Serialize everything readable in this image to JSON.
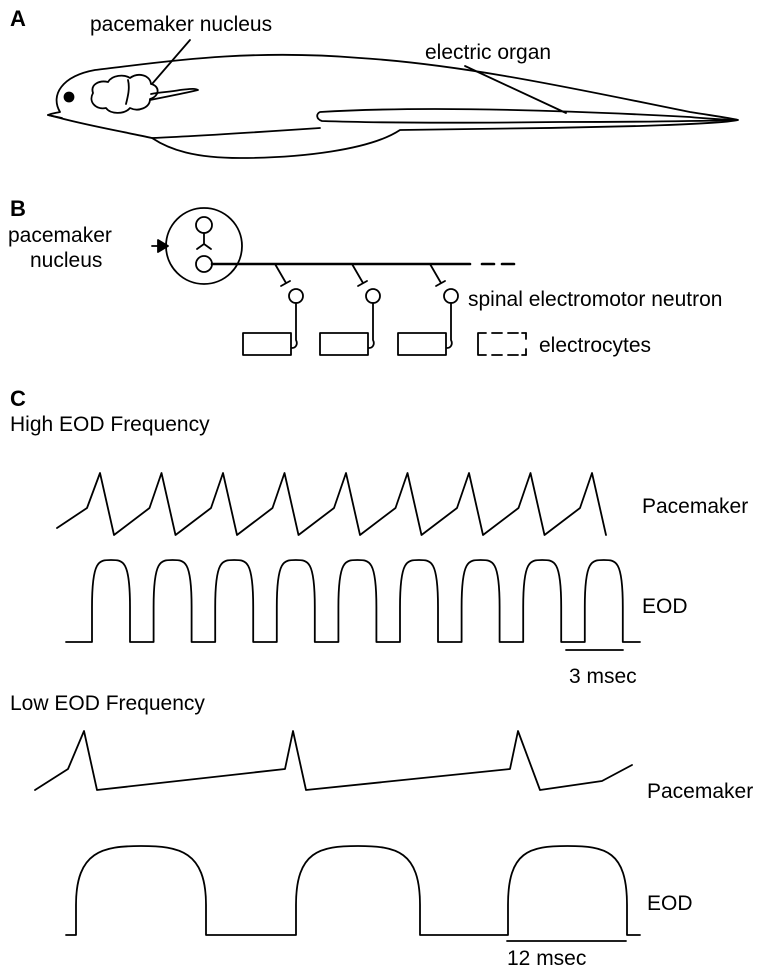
{
  "panels": {
    "a": "A",
    "b": "B",
    "c": "C"
  },
  "panel_a": {
    "pacemaker_label": "pacemaker nucleus",
    "organ_label": "electric organ"
  },
  "panel_b": {
    "pacemaker_label_line1": "pacemaker",
    "pacemaker_label_line2": "nucleus",
    "neuron_label": "spinal electromotor neutron",
    "electrocytes_label": "electrocytes"
  },
  "panel_c": {
    "high": {
      "title": "High EOD Frequency",
      "trace1": "Pacemaker",
      "trace2": "EOD",
      "scalebar": "3 msec",
      "spike_count": 9
    },
    "low": {
      "title": "Low EOD Frequency",
      "trace1": "Pacemaker",
      "trace2": "EOD",
      "scalebar": "12 msec",
      "spike_count": 3
    }
  }
}
